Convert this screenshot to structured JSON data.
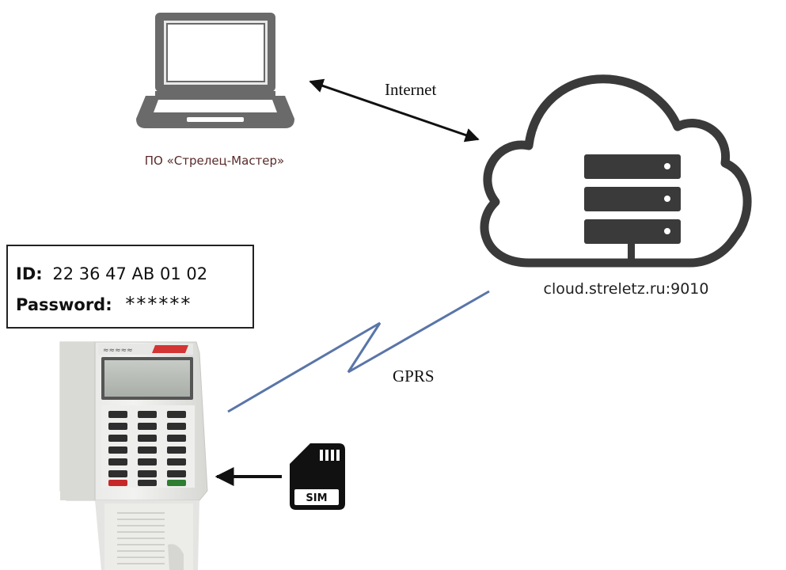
{
  "laptop": {
    "icon": "laptop-icon",
    "caption": "ПО «Стрелец-Мастер»",
    "caption_color": "#5a2a2a"
  },
  "internet_link": {
    "label": "Internet"
  },
  "cloud": {
    "icon": "cloud-icon",
    "server_icon": "server-icon",
    "address": "cloud.streletz.ru:9010"
  },
  "credentials": {
    "id_label": "ID:",
    "id_value": "22 36 47 AB 01 02",
    "password_label": "Password:",
    "password_value": "******"
  },
  "gprs_link": {
    "label": "GPRS",
    "color": "#5a75a8"
  },
  "device": {
    "icon": "security-keypad-device-icon"
  },
  "sim": {
    "icon": "sim-card-icon",
    "label": "SIM"
  }
}
